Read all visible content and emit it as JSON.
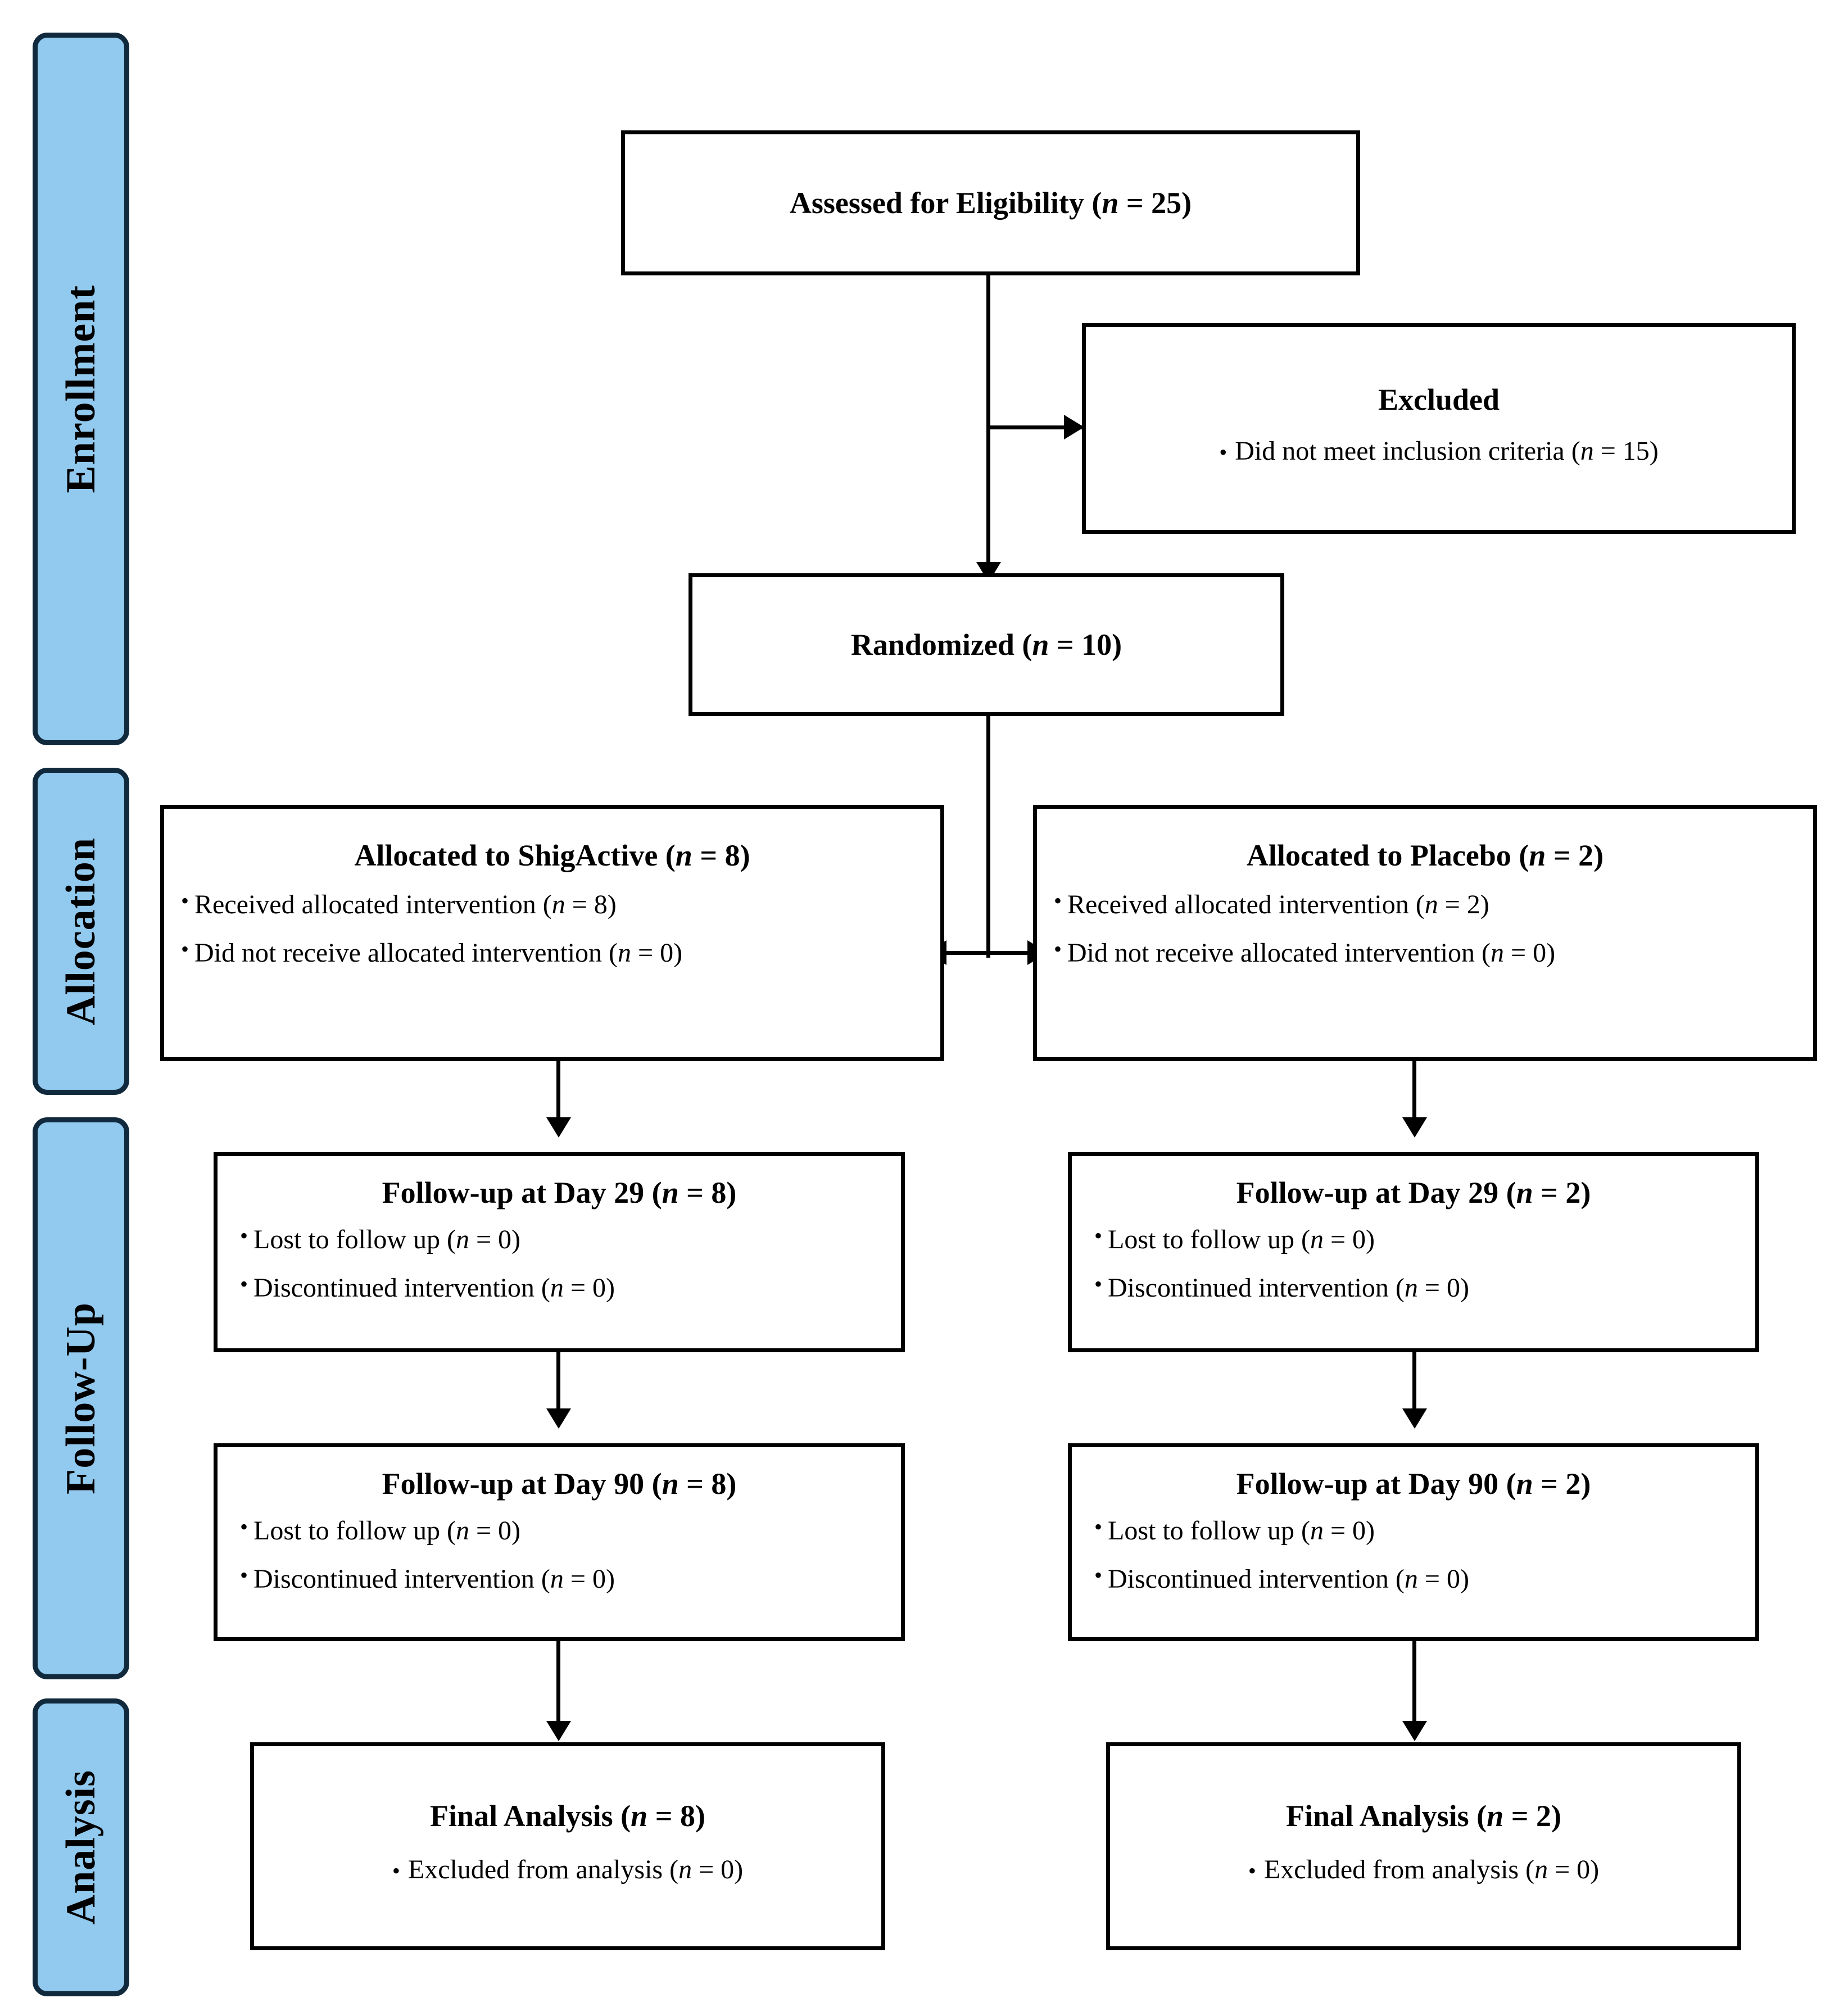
{
  "stages": [
    {
      "label": "Enrollment"
    },
    {
      "label": "Allocation"
    },
    {
      "label": "Follow-Up"
    },
    {
      "label": "Analysis"
    }
  ],
  "colors": {
    "stage_fill": "#92c9ee",
    "stage_border": "#10293c",
    "box_border": "#000000",
    "background": "#ffffff"
  },
  "boxes": {
    "assessed": {
      "title_prefix": "Assessed for Eligibility  (",
      "title_n": "n",
      "title_suffix": " = 25)"
    },
    "excluded": {
      "title": "Excluded",
      "bullets": [
        {
          "prefix": "Did not meet  inclusion criteria  (",
          "n": "n",
          "suffix": " = 15)"
        }
      ]
    },
    "randomized": {
      "title_prefix": "Randomized  (",
      "title_n": "n",
      "title_suffix": " = 10)"
    },
    "alloc_left": {
      "title_prefix": "Allocated to ShigActive (",
      "title_n": "n",
      "title_suffix": " = 8)",
      "bullets": [
        {
          "prefix": "Received allocated intervention (",
          "n": "n",
          "suffix": " = 8)"
        },
        {
          "prefix": "Did not receive allocated intervention (",
          "n": "n",
          "suffix": " = 0)"
        }
      ]
    },
    "alloc_right": {
      "title_prefix": "Allocated to Placebo (",
      "title_n": "n",
      "title_suffix": " = 2)",
      "bullets": [
        {
          "prefix": "Received allocated intervention (",
          "n": "n",
          "suffix": " = 2)"
        },
        {
          "prefix": "Did not receive allocated intervention (",
          "n": "n",
          "suffix": " = 0)"
        }
      ]
    },
    "fu29_left": {
      "title_prefix": "Follow-up  at Day 29 (",
      "title_n": "n",
      "title_suffix": " = 8)",
      "bullets": [
        {
          "prefix": "Lost to follow up (",
          "n": "n",
          "suffix": " = 0)"
        },
        {
          "prefix": "Discontinued intervention (",
          "n": "n",
          "suffix": " = 0)"
        }
      ]
    },
    "fu29_right": {
      "title_prefix": "Follow-up  at Day 29 (",
      "title_n": "n",
      "title_suffix": " = 2)",
      "bullets": [
        {
          "prefix": "Lost to follow up (",
          "n": "n",
          "suffix": " = 0)"
        },
        {
          "prefix": "Discontinued intervention (",
          "n": "n",
          "suffix": " = 0)"
        }
      ]
    },
    "fu90_left": {
      "title_prefix": "Follow-up  at Day 90 (",
      "title_n": "n",
      "title_suffix": " = 8)",
      "bullets": [
        {
          "prefix": "Lost to follow up (",
          "n": "n",
          "suffix": " = 0)"
        },
        {
          "prefix": "Discontinued intervention (",
          "n": "n",
          "suffix": " = 0)"
        }
      ]
    },
    "fu90_right": {
      "title_prefix": "Follow-up  at Day 90 (",
      "title_n": "n",
      "title_suffix": " = 2)",
      "bullets": [
        {
          "prefix": "Lost to follow up (",
          "n": "n",
          "suffix": " = 0)"
        },
        {
          "prefix": "Discontinued intervention (",
          "n": "n",
          "suffix": " = 0)"
        }
      ]
    },
    "final_left": {
      "title_prefix": "Final Analysis (",
      "title_n": "n",
      "title_suffix": " = 8)",
      "bullets": [
        {
          "prefix": "Excluded from analysis (",
          "n": "n",
          "suffix": " = 0)"
        }
      ]
    },
    "final_right": {
      "title_prefix": "Final Analysis (",
      "title_n": "n",
      "title_suffix": " = 2)",
      "bullets": [
        {
          "prefix": "Excluded from analysis (",
          "n": "n",
          "suffix": " = 0)"
        }
      ]
    }
  }
}
